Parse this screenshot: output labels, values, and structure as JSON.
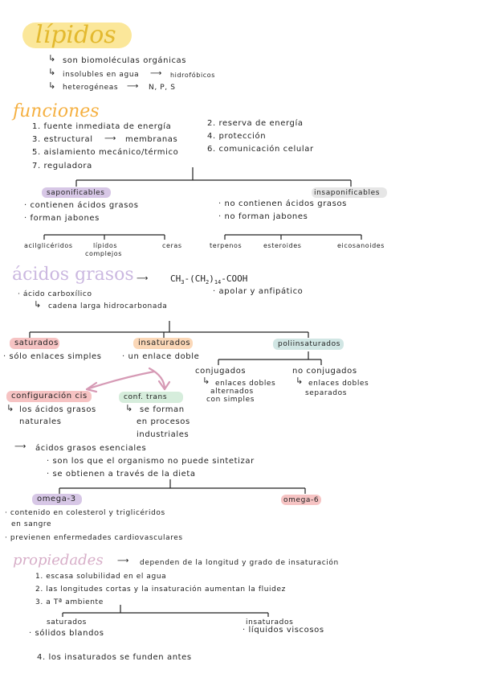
{
  "colors": {
    "yellow": "#fbe79a",
    "orange": "#f5b041",
    "pink": "#f6c3c3",
    "peach": "#fbd8b8",
    "green": "#d6eddc",
    "purple": "#d7c7e6",
    "teal": "#d1e6e4",
    "lavender": "#cbb8e0",
    "grey": "#e6e6e6",
    "arrow_pink": "#d69ab5"
  },
  "title": "lípidos",
  "intro": [
    "son biomoléculas orgánicas",
    "insolubles en agua",
    "hidrofóbicos",
    "heterogéneas",
    "N, P, S"
  ],
  "functions": {
    "heading": "funciones",
    "left": [
      "1. fuente inmediata de energía",
      "3. estructural",
      "membranas",
      "5. aislamiento mecánico/térmico",
      "7. reguladora"
    ],
    "right": [
      "2. reserva de energía",
      "4. protección",
      "6. comunicación celular"
    ]
  },
  "saponificables": {
    "label": "saponificables",
    "points": [
      "· contienen ácidos grasos",
      "· forman jabones"
    ],
    "types": [
      "acilglicéridos",
      "lípidos",
      "complejos",
      "ceras"
    ]
  },
  "insaponificables": {
    "label": "insaponificables",
    "points": [
      "· no contienen ácidos grasos",
      "· no forman jabones"
    ],
    "types": [
      "terpenos",
      "esteroides",
      "eicosanoides"
    ]
  },
  "acidos": {
    "heading": "ácidos grasos",
    "formula_a": "CH",
    "sub3": "3",
    "formula_b": "-(CH",
    "sub2": "2",
    "formula_c": ")",
    "sub14": "14",
    "formula_d": "-COOH",
    "points": [
      "· ácido carboxílico",
      "cadena larga hidrocarbonada"
    ],
    "right_point": "· apolar y anfipático"
  },
  "saturados": {
    "label": "saturados",
    "point": "· sólo enlaces simples"
  },
  "insaturados": {
    "label": "insaturados",
    "point": "· un enlace doble"
  },
  "poliinsaturados": {
    "label": "poliinsaturados",
    "conj": "conjugados",
    "conj_lines": [
      "enlaces dobles",
      "alternados",
      "con simples"
    ],
    "noconj": "no conjugados",
    "noconj_lines": [
      "enlaces dobles",
      "separados"
    ]
  },
  "cis": {
    "label": "configuración cis",
    "lines": [
      "los ácidos grasos",
      "naturales"
    ]
  },
  "trans": {
    "label": "conf. trans",
    "lines": [
      "se forman",
      "en procesos",
      "industriales"
    ]
  },
  "esenciales": {
    "title": "ácidos grasos esenciales",
    "points": [
      "· son los que el organismo no puede sintetizar",
      "· se obtienen a través de la dieta"
    ]
  },
  "omega3": {
    "label": "omega-3",
    "lines": [
      "· contenido en colesterol y triglicéridos",
      "en sangre",
      "· previenen enfermedades cardiovasculares"
    ]
  },
  "omega6": {
    "label": "omega-6"
  },
  "propiedades": {
    "heading": "propiedades",
    "intro": "dependen de la longitud y grado de insaturación",
    "items": [
      "1. escasa solubilidad en el agua",
      "2. las longitudes cortas y la insaturación aumentan la fluidez",
      "3. a Tª ambiente"
    ],
    "left_label": "saturados",
    "left_point": "· sólidos blandos",
    "right_label": "insaturados",
    "right_point": "· líquidos viscosos",
    "item4": "4. los insaturados se funden antes"
  }
}
